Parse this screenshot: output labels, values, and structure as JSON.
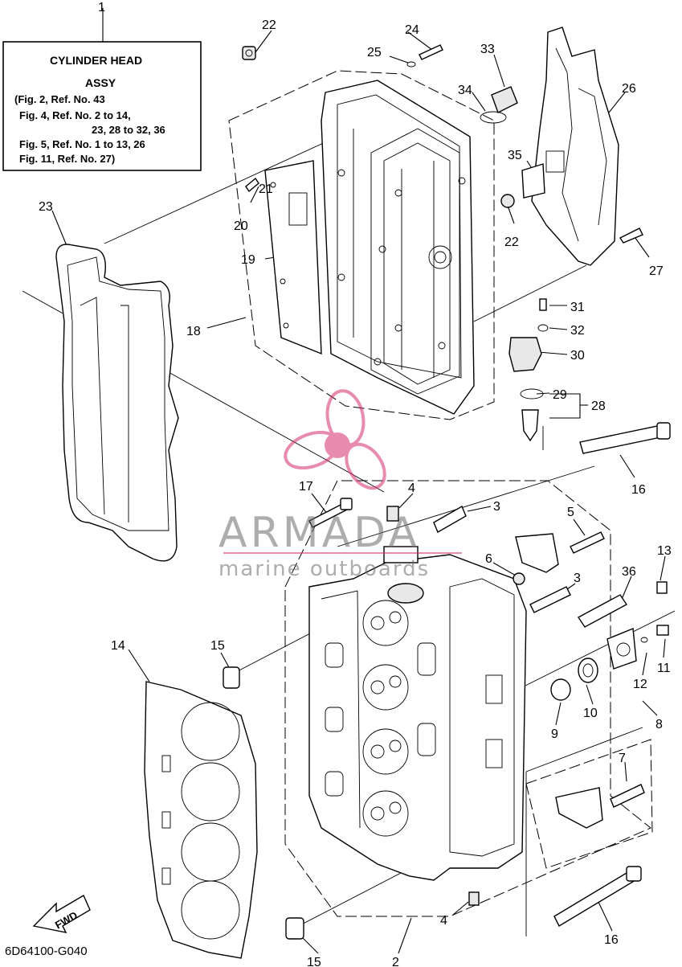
{
  "title_box": {
    "ref": "1",
    "lines": [
      "CYLINDER HEAD",
      "ASSY",
      "(Fig. 2, Ref. No. 43",
      "Fig. 4, Ref. No. 2 to 14,",
      "23, 28 to 32, 36",
      "Fig. 5, Ref. No. 1 to 13, 26",
      "Fig. 11, Ref. No. 27)"
    ]
  },
  "callouts": [
    "22",
    "24",
    "25",
    "33",
    "34",
    "26",
    "35",
    "21",
    "20",
    "19",
    "22",
    "27",
    "18",
    "23",
    "31",
    "32",
    "30",
    "29",
    "28",
    "16",
    "17",
    "4",
    "3",
    "5",
    "6",
    "3",
    "13",
    "36",
    "14",
    "15",
    "11",
    "12",
    "10",
    "9",
    "8",
    "7",
    "4",
    "15",
    "2",
    "16"
  ],
  "watermark": {
    "brand": "ARMADA",
    "tagline": "marine outboards"
  },
  "fwd_label": "FWD",
  "diagram_code": "6D64100-G040"
}
